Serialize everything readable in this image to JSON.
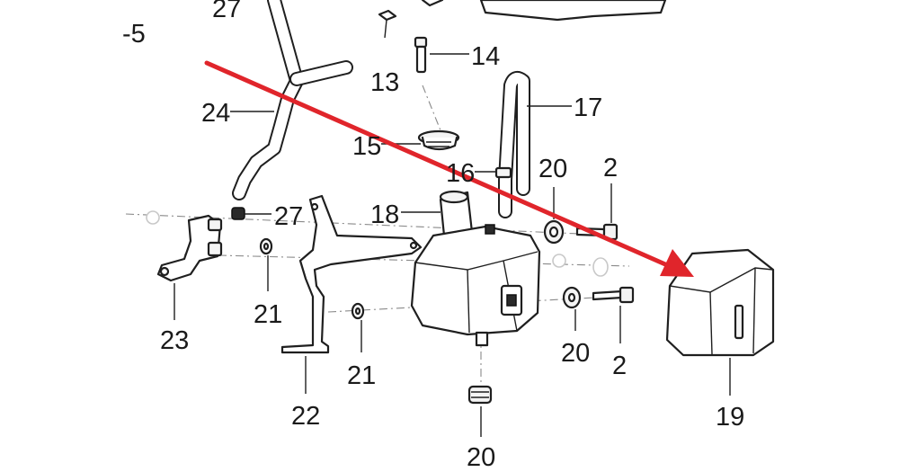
{
  "callouts": [
    {
      "id": "c5",
      "text": "-5"
    },
    {
      "id": "c27a",
      "text": "27"
    },
    {
      "id": "c13",
      "text": "13"
    },
    {
      "id": "c14",
      "text": "14"
    },
    {
      "id": "c17",
      "text": "17"
    },
    {
      "id": "c24",
      "text": "24"
    },
    {
      "id": "c15",
      "text": "15"
    },
    {
      "id": "c16",
      "text": "16"
    },
    {
      "id": "c20a",
      "text": "20"
    },
    {
      "id": "c2a",
      "text": "2"
    },
    {
      "id": "c27b",
      "text": "27"
    },
    {
      "id": "c18",
      "text": "18"
    },
    {
      "id": "c23",
      "text": "23"
    },
    {
      "id": "c21a",
      "text": "21"
    },
    {
      "id": "c21b",
      "text": "21"
    },
    {
      "id": "c22",
      "text": "22"
    },
    {
      "id": "c20b",
      "text": "20"
    },
    {
      "id": "c2b",
      "text": "2"
    },
    {
      "id": "c20c",
      "text": "20"
    },
    {
      "id": "c19",
      "text": "19"
    }
  ],
  "colors": {
    "arrow": "#e0252b",
    "lines": "#1f1f1f",
    "background": "#ffffff"
  },
  "highlight": {
    "type": "arrow",
    "points_to": "19"
  }
}
